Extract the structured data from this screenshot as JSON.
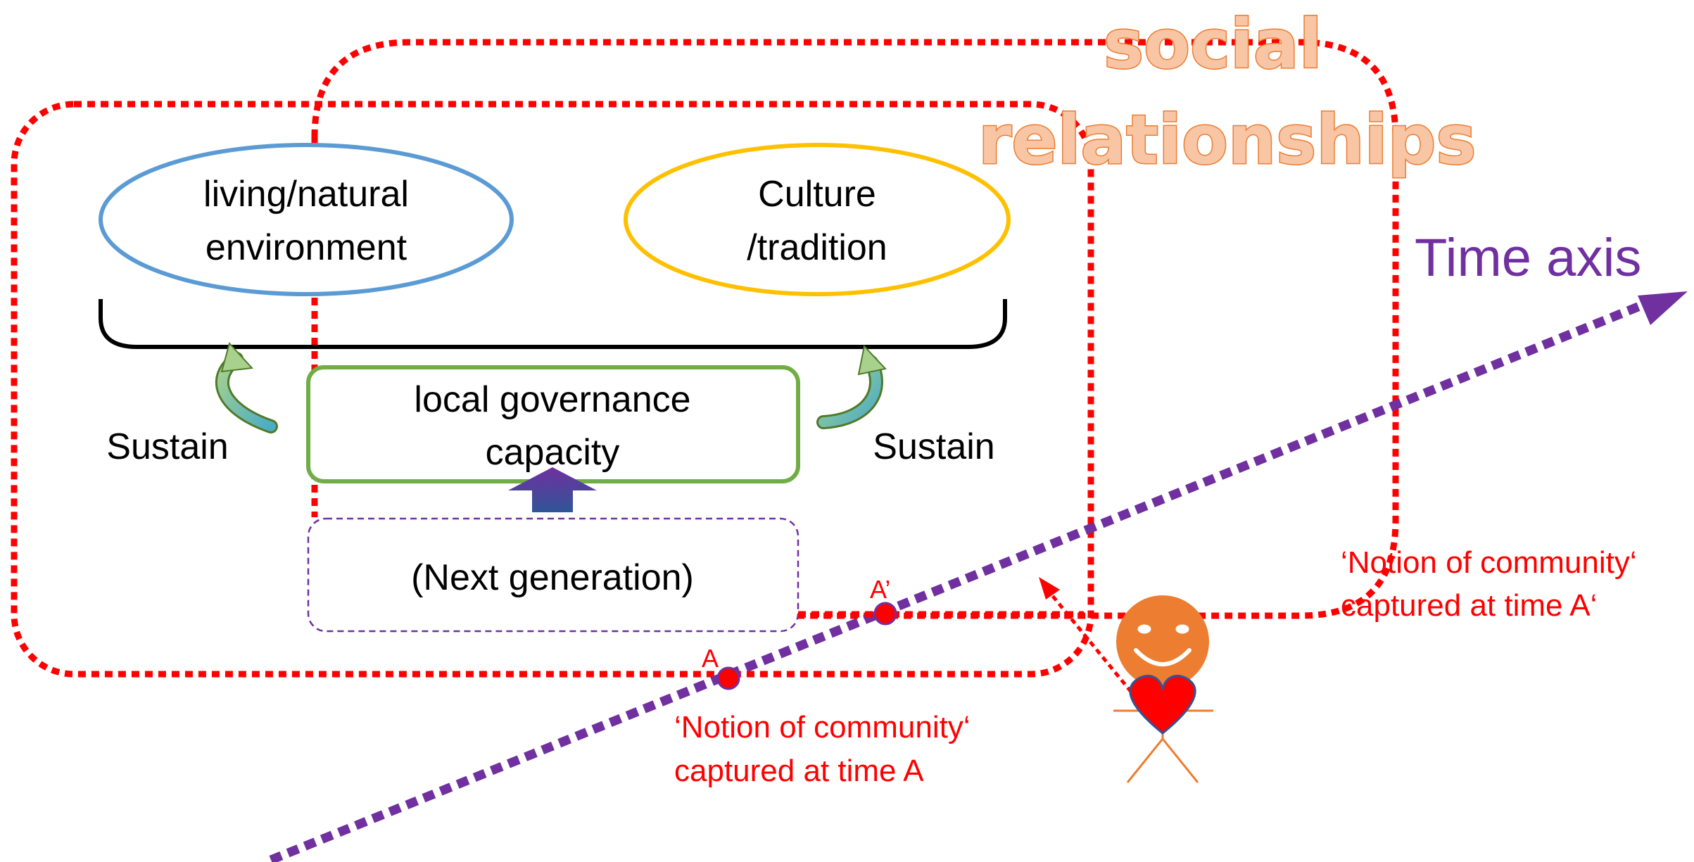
{
  "diagram": {
    "nodes": {
      "environment": {
        "lines": [
          "living/natural",
          "environment"
        ]
      },
      "culture": {
        "lines": [
          "Culture",
          "/tradition"
        ]
      },
      "governance": {
        "lines": [
          "local governance",
          "capacity"
        ]
      },
      "next_generation": {
        "label": "(Next generation)"
      }
    },
    "sustain_left": "Sustain",
    "sustain_right": "Sustain",
    "social_relationships": {
      "lines": [
        "social",
        "relationships"
      ]
    },
    "time_axis": "Time axis",
    "point_a": "A",
    "point_a_prime": "A’",
    "notion_a": {
      "lines": [
        "‘Notion of community‘",
        "captured at time A"
      ]
    },
    "notion_a_prime": {
      "lines": [
        "‘Notion of community‘",
        "captured at time A‘"
      ]
    },
    "colors": {
      "boundary": "#ff0000",
      "environment": "#5b9bd5",
      "culture": "#ffc000",
      "governance": "#70ad47",
      "time_axis": "#7030a0",
      "social_fill": "#f8c5a5",
      "social_stroke": "#ed7d31",
      "person_face": "#ed7d31",
      "heart": "#ff0000"
    },
    "icons": [
      "curved-arrow-icon",
      "up-arrow-icon",
      "person-icon",
      "heart-icon"
    ]
  }
}
